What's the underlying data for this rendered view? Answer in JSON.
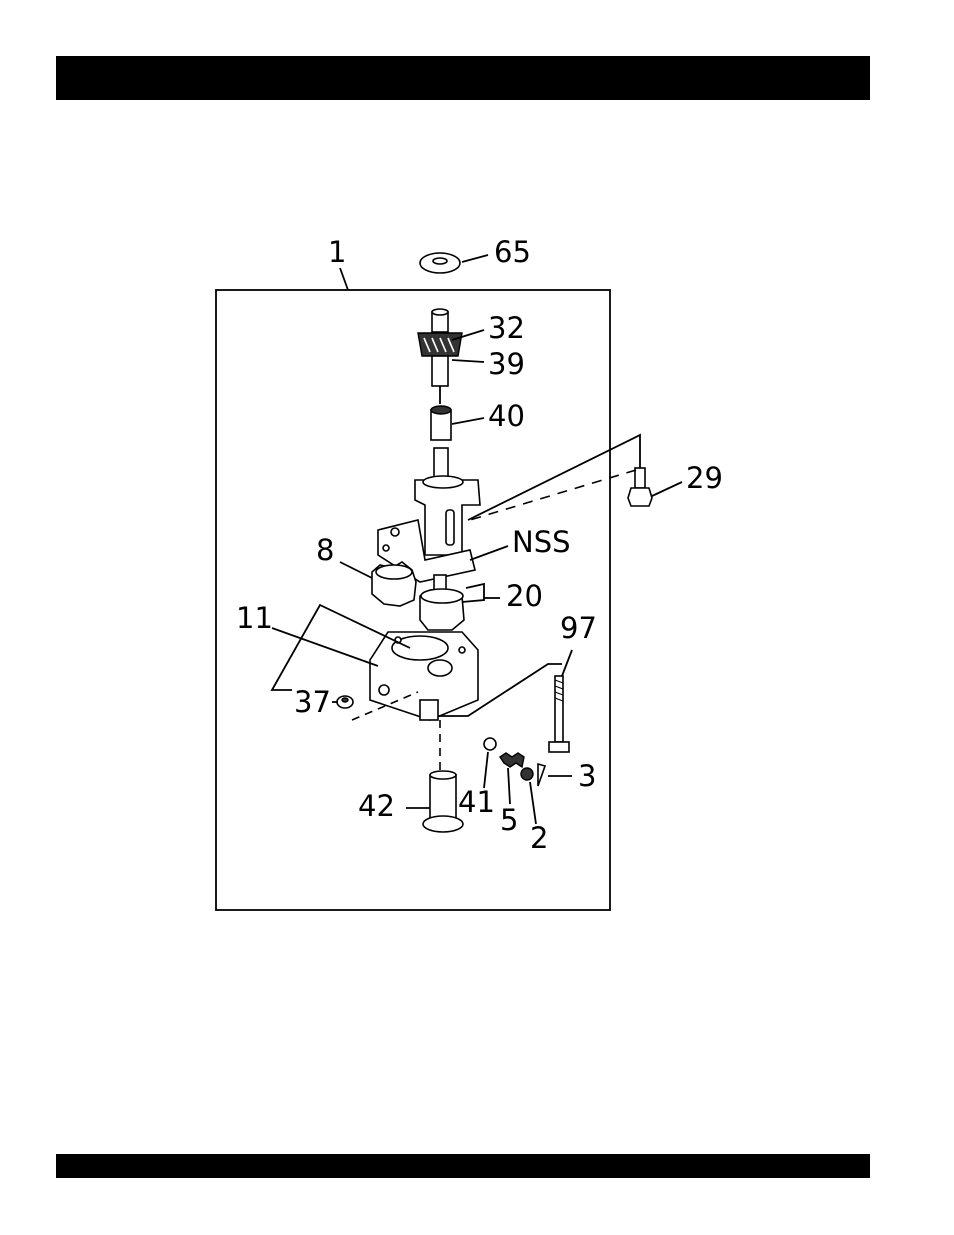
{
  "labels": {
    "l1": "1",
    "l65": "65",
    "l32": "32",
    "l39": "39",
    "l40": "40",
    "l29": "29",
    "lnss": "NSS",
    "l8": "8",
    "l20": "20",
    "l11": "11",
    "l97": "97",
    "l37": "37",
    "l3": "3",
    "l42": "42",
    "l41": "41",
    "l5": "5",
    "l2": "2"
  }
}
